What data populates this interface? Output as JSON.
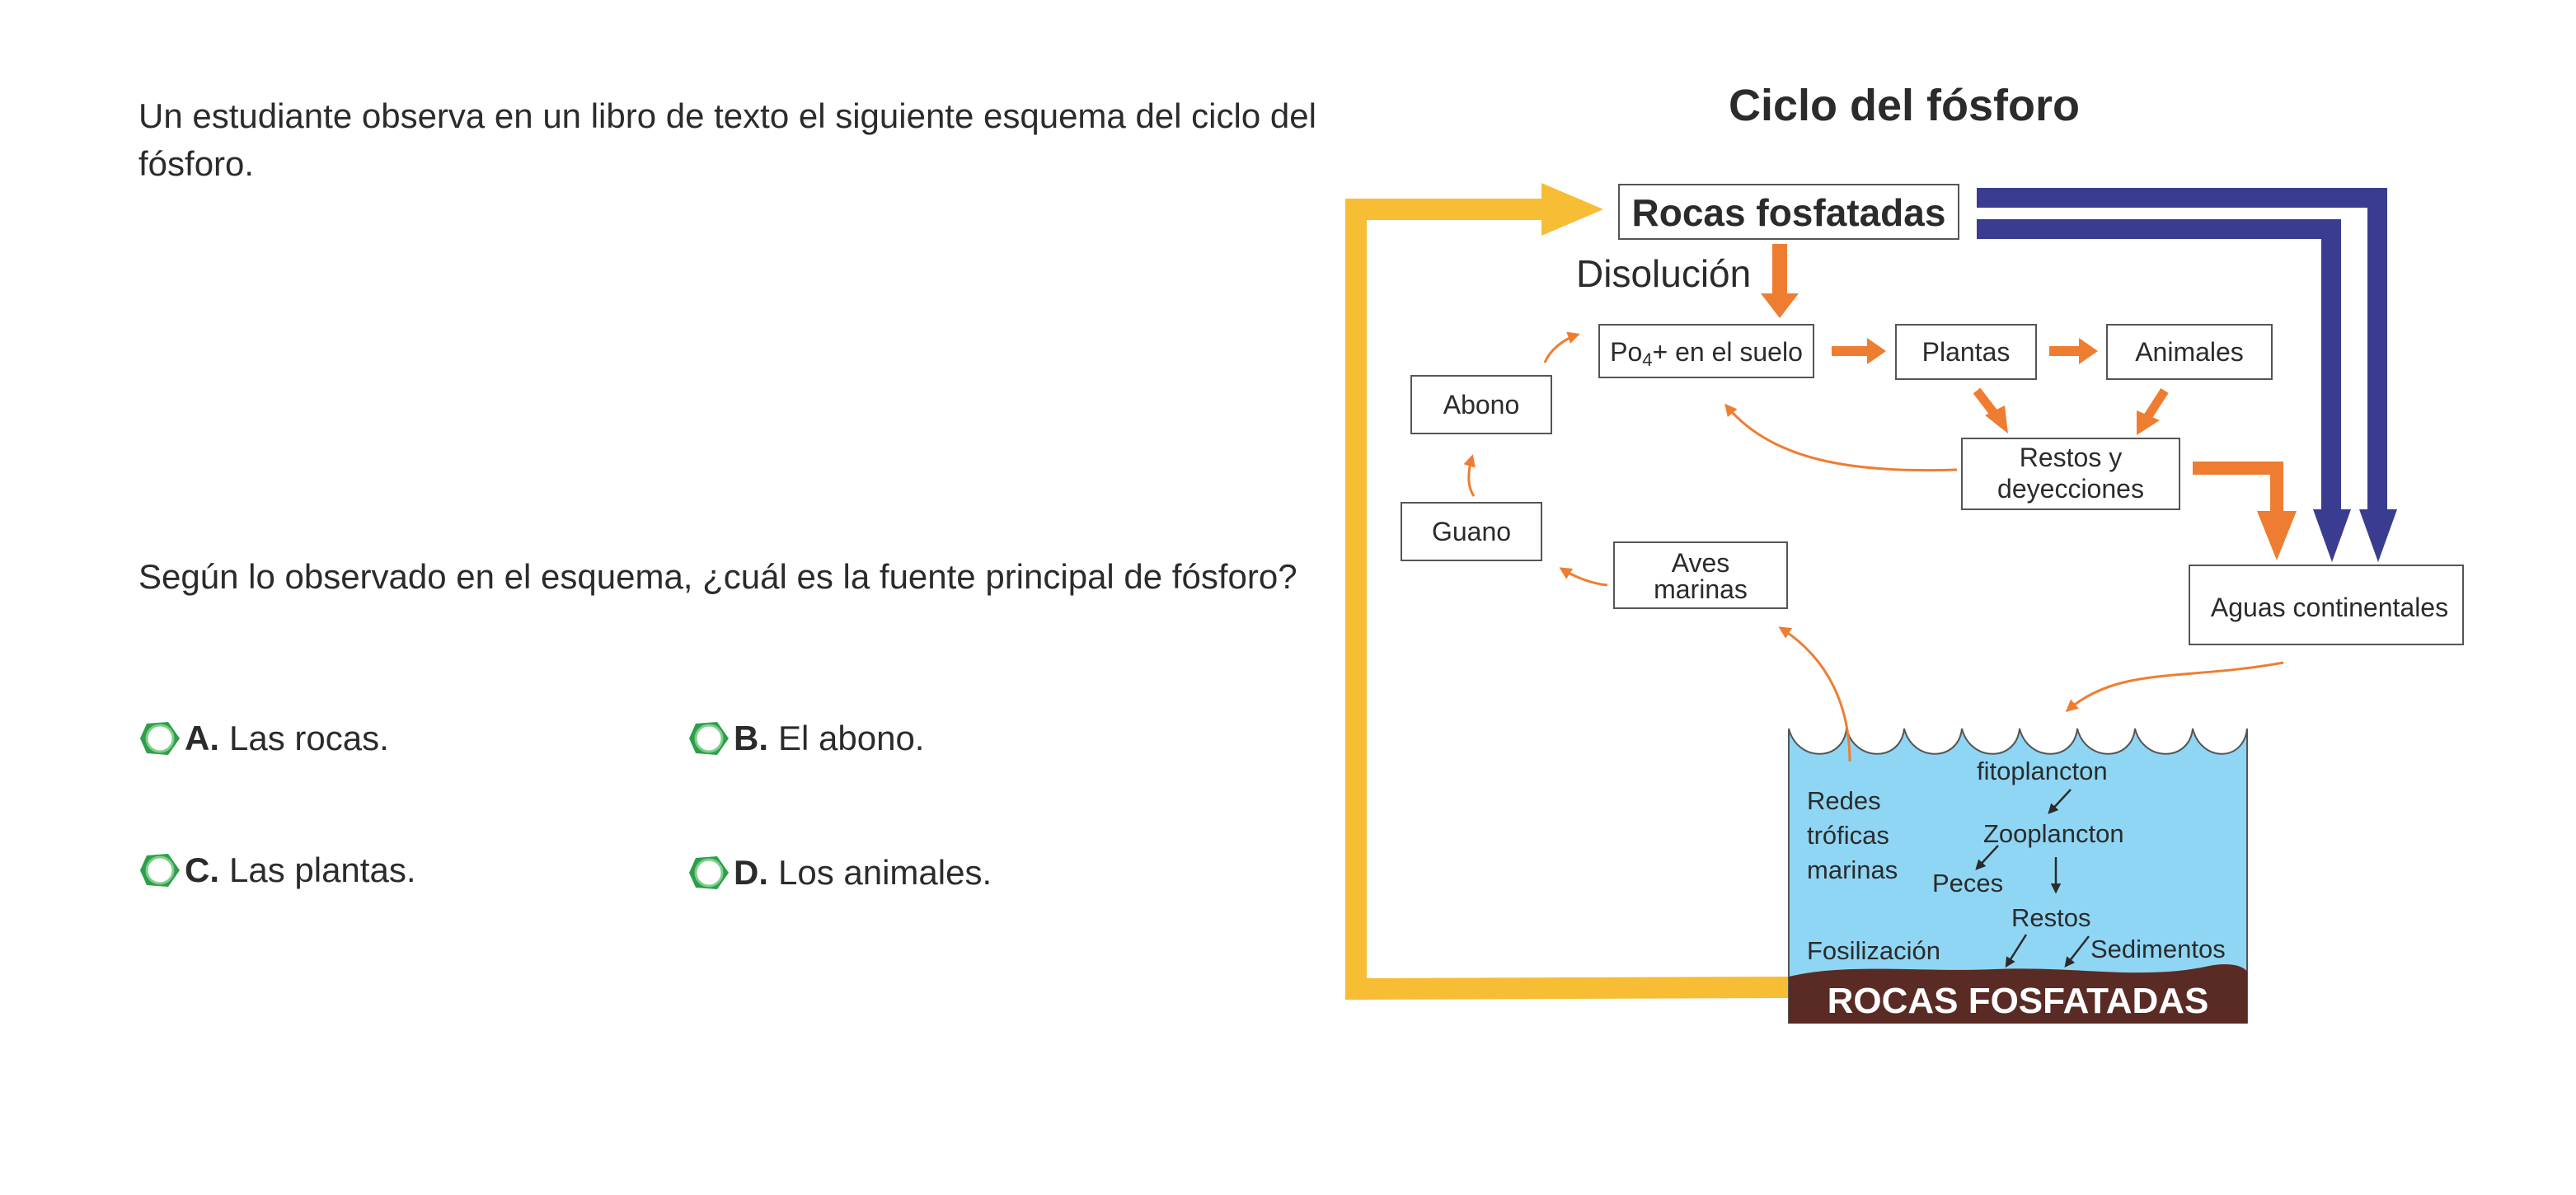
{
  "intro": "Un estudiante observa en un libro de texto el siguiente esquema del ciclo del fósforo.",
  "question": "Según lo observado en el esquema, ¿cuál es la fuente principal de fósforo?",
  "options": [
    {
      "letter": "A.",
      "text": "Las rocas."
    },
    {
      "letter": "B.",
      "text": "El abono."
    },
    {
      "letter": "C.",
      "text": "Las plantas."
    },
    {
      "letter": "D.",
      "text": "Los animales."
    }
  ],
  "diagram": {
    "title": "Ciclo del fósforo",
    "rocas_top": "Rocas fosfatadas",
    "disolucion": "Disolución",
    "po4_main": "Po",
    "po4_sub": "4",
    "po4_rest": "+ en el suelo",
    "plantas": "Plantas",
    "animales": "Animales",
    "abono": "Abono",
    "restos_line1": "Restos y",
    "restos_line2": "deyecciones",
    "guano": "Guano",
    "aves_line1": "Aves",
    "aves_line2": "marinas",
    "aguas": "Aguas continentales",
    "fitoplancton": "fitoplancton",
    "redes_line1": "Redes",
    "redes_line2": "tróficas",
    "redes_line3": "marinas",
    "zooplancton": "Zooplancton",
    "peces": "Peces",
    "restos_ocean": "Restos",
    "fosilizacion": "Fosilización",
    "sedimentos": "Sedimentos",
    "rocas_bottom": "ROCAS FOSFATADAS"
  },
  "colors": {
    "yellow": "#f6bd35",
    "orange": "#ef7d31",
    "blue": "#3a3d8f",
    "water": "#8fd6f4",
    "rock": "#5a2a24",
    "radio_green": "#2e9e4a"
  }
}
